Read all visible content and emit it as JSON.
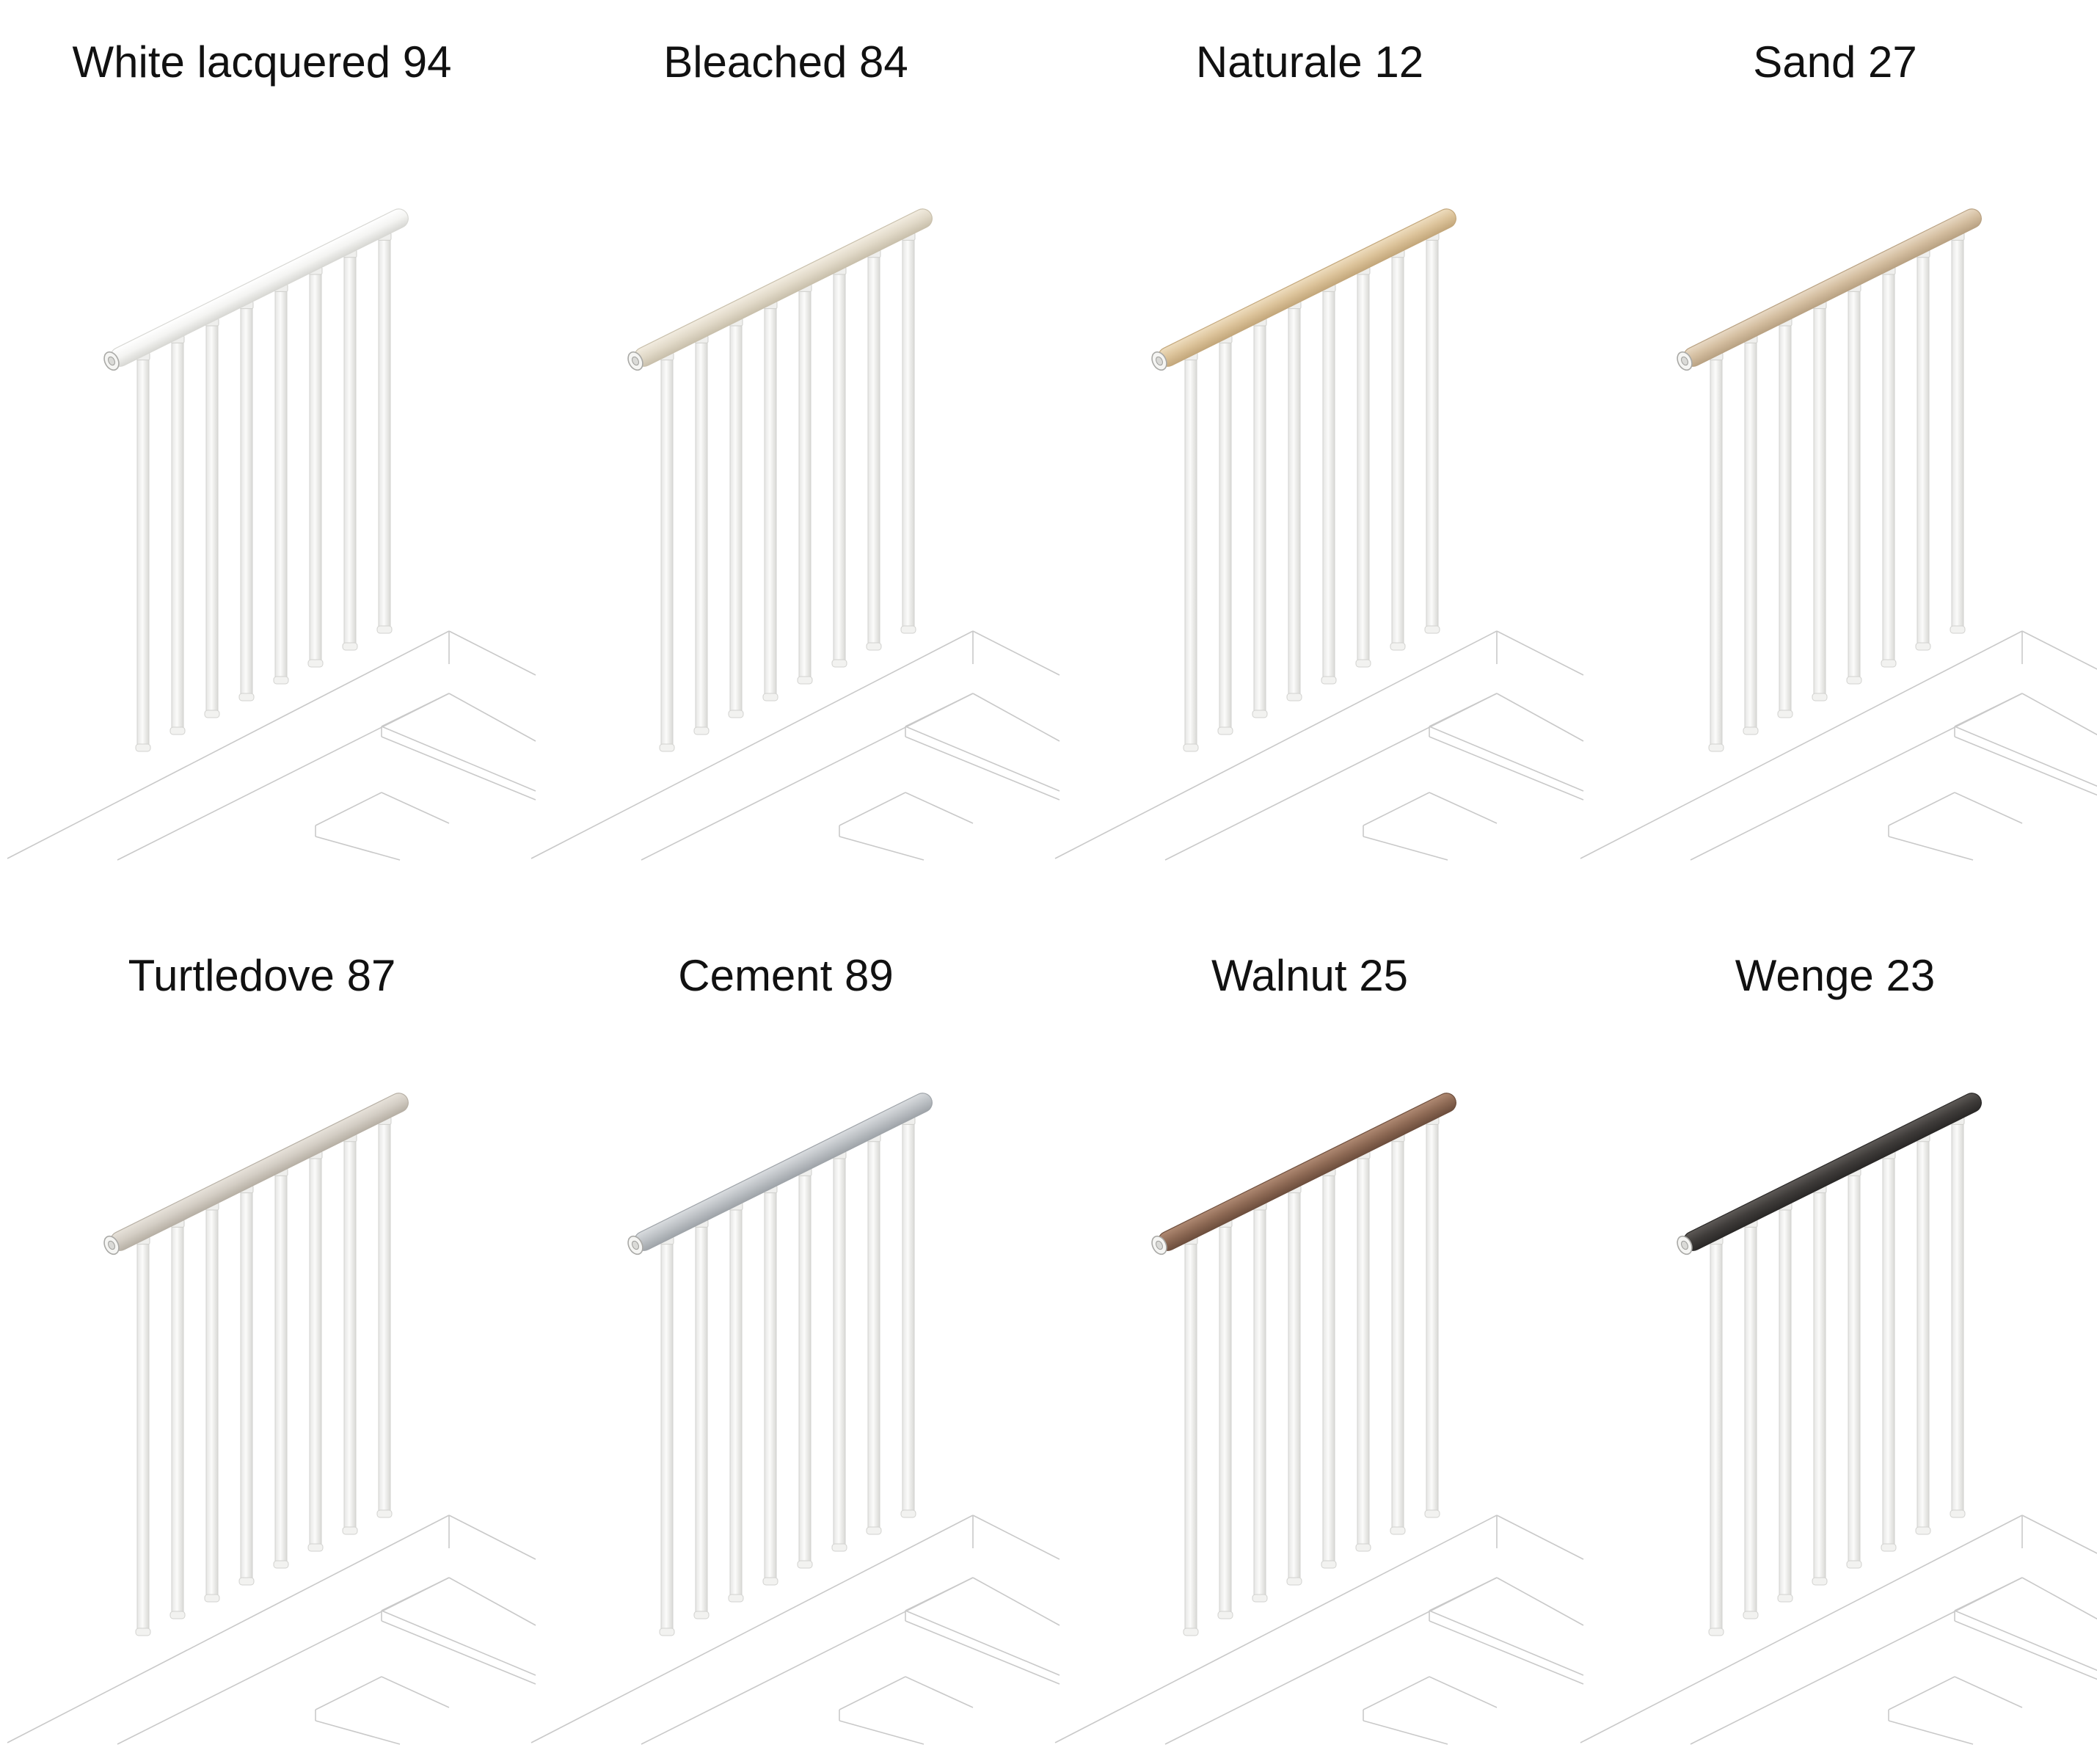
{
  "finishes": [
    {
      "label": "White lacquered 94",
      "color": "#F4F4F2",
      "shade": "#D8D8D4",
      "highlight": "#FFFFFF"
    },
    {
      "label": "Bleached 84",
      "color": "#E1D9C8",
      "shade": "#C9C0AC",
      "highlight": "#F2ECE0"
    },
    {
      "label": "Naturale 12",
      "color": "#DCC39A",
      "shade": "#C3A77B",
      "highlight": "#EEDDBF"
    },
    {
      "label": "Sand 27",
      "color": "#D4BEA0",
      "shade": "#B9A283",
      "highlight": "#E8D9C4"
    },
    {
      "label": "Turtledove 87",
      "color": "#D3CDC4",
      "shade": "#B7B0A5",
      "highlight": "#E7E2DA"
    },
    {
      "label": "Cement 89",
      "color": "#BDC1C5",
      "shade": "#9FA4A9",
      "highlight": "#D9DCDF"
    },
    {
      "label": "Walnut 25",
      "color": "#8E6A55",
      "shade": "#6D4E3D",
      "highlight": "#B08A73"
    },
    {
      "label": "Wenge 23",
      "color": "#3F3C3A",
      "shade": "#2A2827",
      "highlight": "#5E5A57"
    }
  ]
}
